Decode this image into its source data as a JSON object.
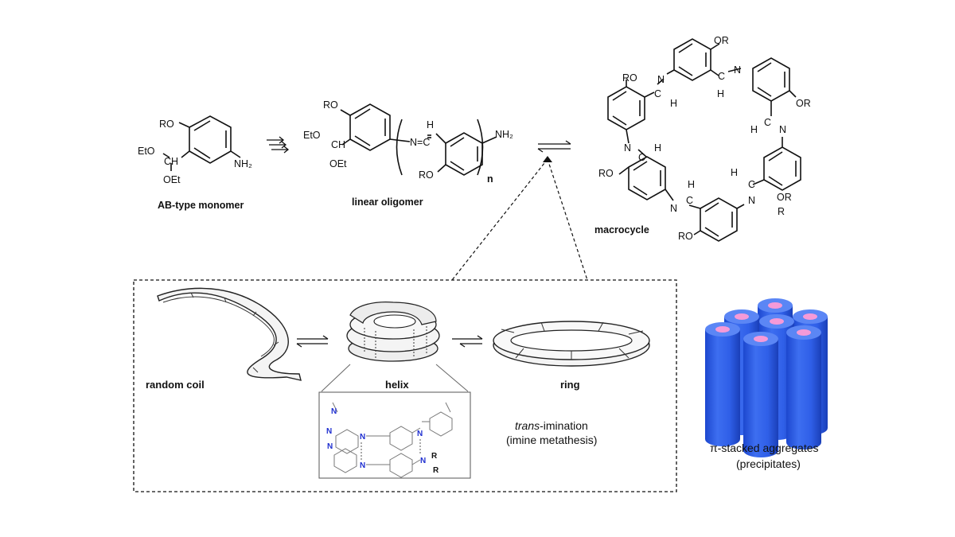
{
  "top": {
    "monomer": {
      "ro": "RO",
      "eto": "EtO",
      "ch": "CH",
      "oet": "OEt",
      "nh2": "NH₂",
      "caption": "AB-type monomer"
    },
    "oligomer": {
      "ro_top": "RO",
      "eto": "EtO",
      "ch": "CH",
      "oet": "OEt",
      "h": "H",
      "n_eq_c": "N=C",
      "ro_bottom": "RO",
      "nh2": "NH₂",
      "subscript_n": "n",
      "caption": "linear oligomer"
    },
    "macrocycle": {
      "ro": "RO",
      "or": "OR",
      "r": "R",
      "n": "N",
      "c": "C",
      "h": "H",
      "caption": "macrocycle"
    }
  },
  "inset": {
    "random_coil": "random coil",
    "helix": "helix",
    "ring": "ring",
    "trans_italic": "trans",
    "trans_rest": "-imination",
    "metathesis": "(imine metathesis)",
    "detail_n": "N",
    "detail_r": "R"
  },
  "aggregates": {
    "line1": "π-stacked aggregates",
    "line2": "(precipitates)",
    "cylinder_color": "#2f5fe8",
    "top_color": "#5b86f5",
    "core_color": "#f59ad8"
  }
}
